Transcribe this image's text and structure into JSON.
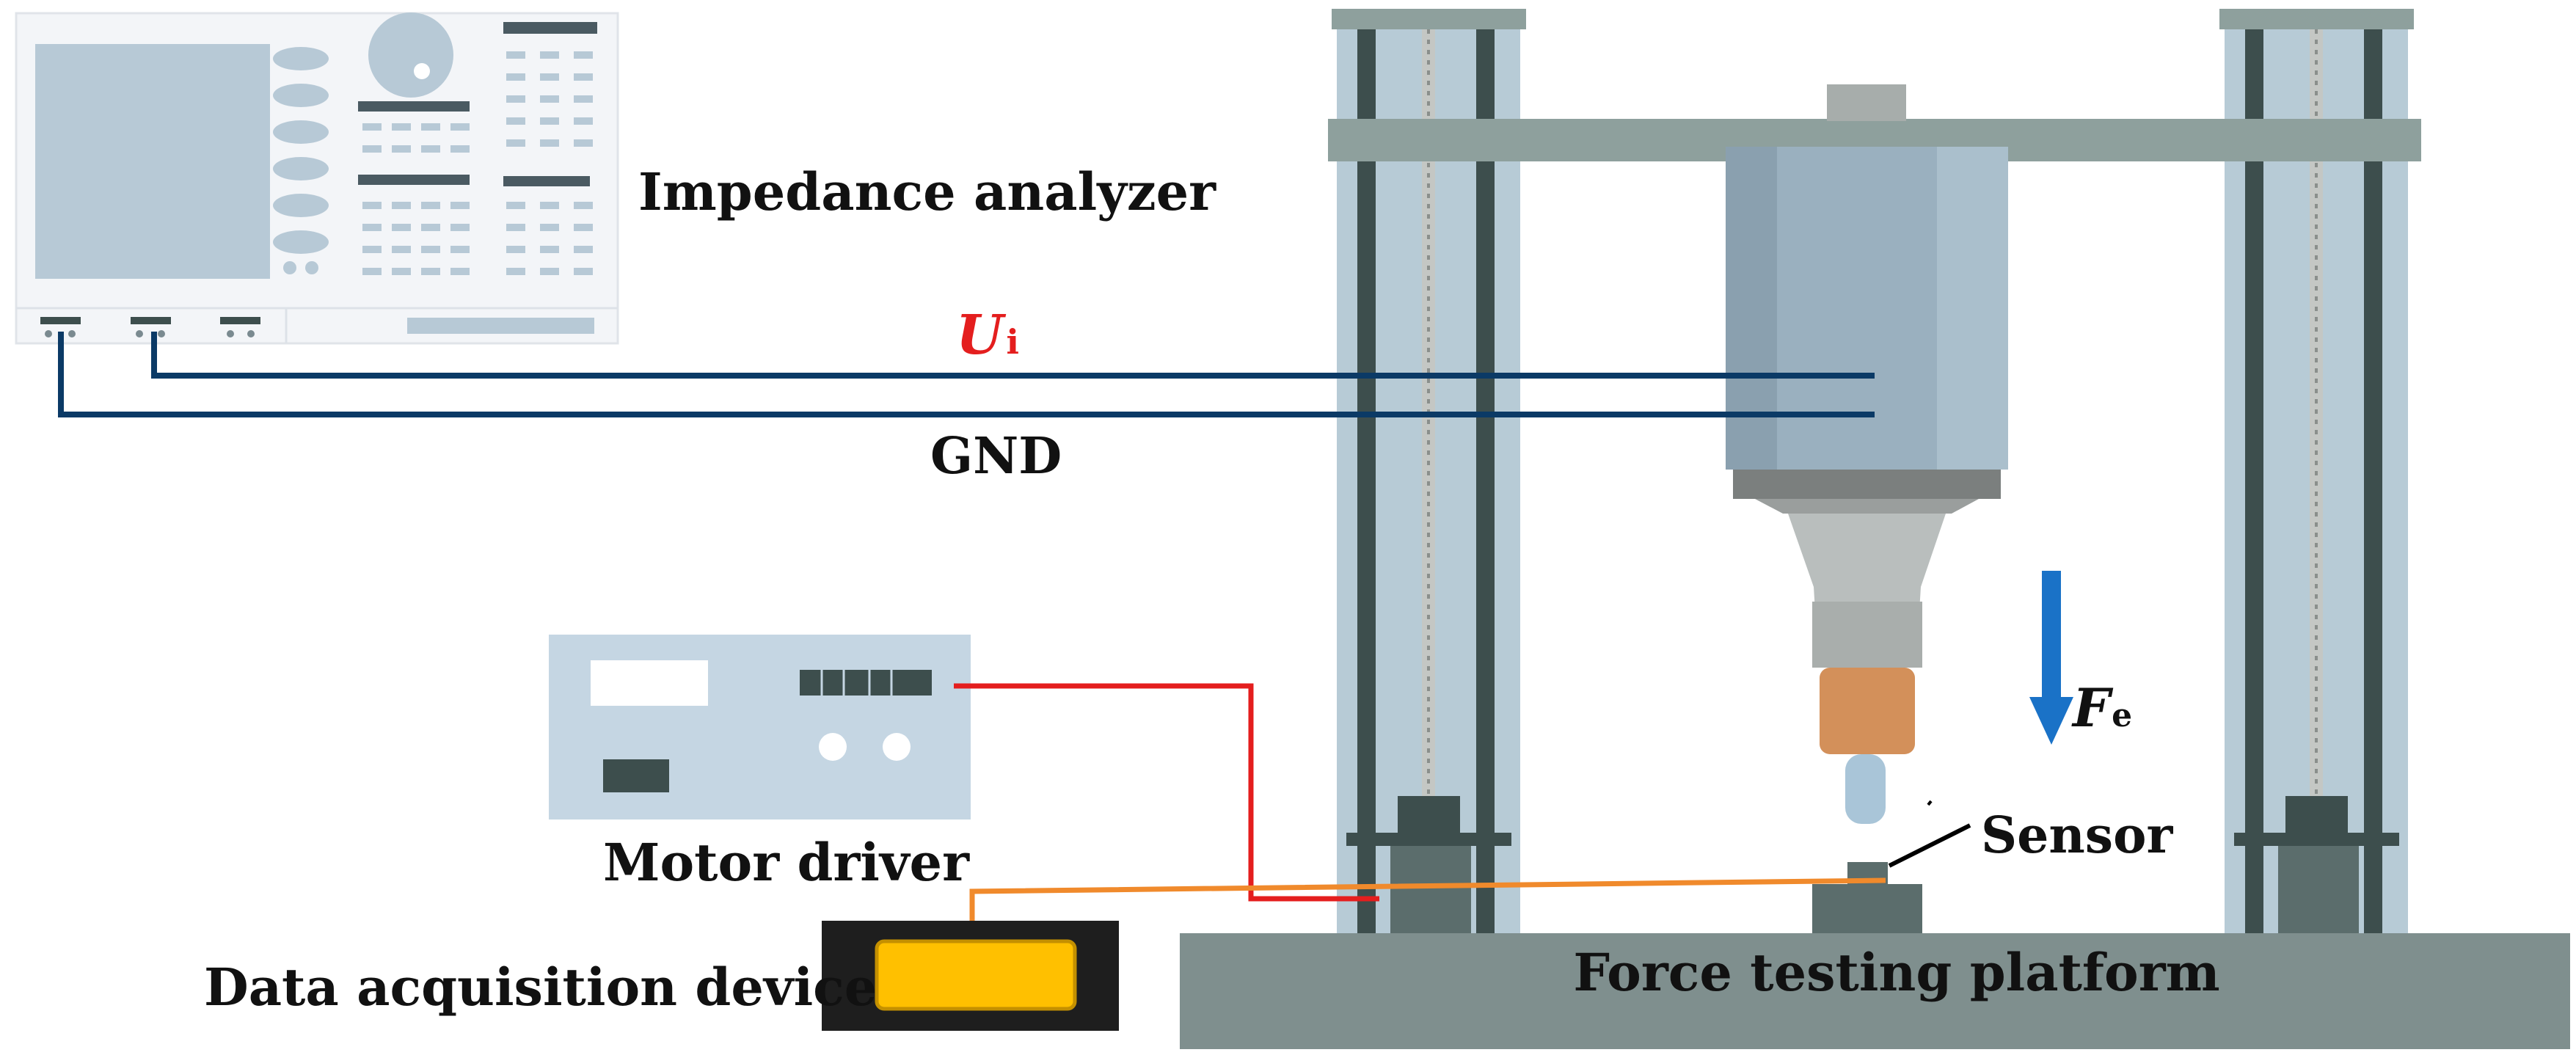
{
  "labels": {
    "impedance_analyzer": "Impedance analyzer",
    "voltage_symbol": "U",
    "voltage_subscript": "i",
    "ground": "GND",
    "force_symbol": "F",
    "force_subscript": "e",
    "sensor": "Sensor",
    "motor_driver": "Motor driver",
    "data_acquisition": "Data acquisition device",
    "force_platform": "Force testing platform"
  },
  "colors": {
    "signal_wire": "#0b3a66",
    "motor_wire": "#e41e1e",
    "daq_wire": "#f08a2c",
    "force_arrow": "#1a72c7",
    "voltage_text": "#e41e1e",
    "platform": "#7f8f8e",
    "frame": "#b7cbd6",
    "frame_dark": "#3d4e4d",
    "transducer": "#9ab0bf",
    "horn_tip": "#d3905a",
    "instrument_body": "#f2f4f7",
    "instrument_screen": "#b7c9d6",
    "daq_body": "#1e1e1e",
    "daq_panel": "#ffc000"
  }
}
